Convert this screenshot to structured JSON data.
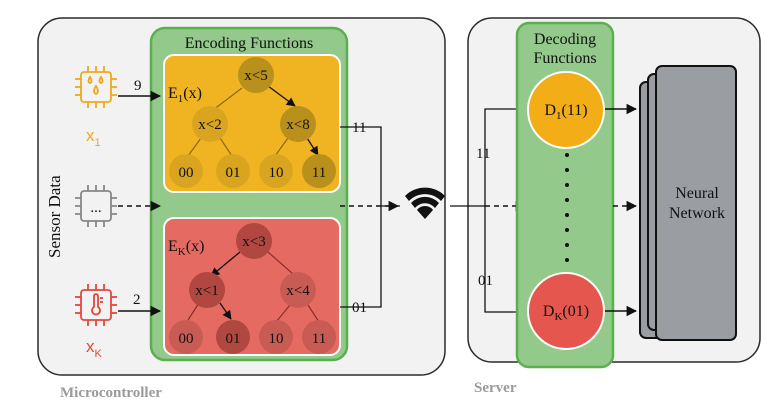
{
  "microcontroller": {
    "label": "Microcontroller",
    "sensor_data_label": "Sensor Data",
    "sensors": [
      {
        "icon": "water-drops-chip-icon",
        "name_base": "x",
        "name_sub": "1",
        "value": "9",
        "color": "#f0a81a"
      },
      {
        "icon": "generic-chip-icon",
        "ellipsis": "...",
        "color": "#888888"
      },
      {
        "icon": "thermometer-chip-icon",
        "name_base": "x",
        "name_sub": "K",
        "value": "2",
        "color": "#e3473f"
      }
    ]
  },
  "encoding": {
    "title": "Encoding Functions",
    "functions": [
      {
        "label_base": "E",
        "label_sub": "1",
        "label_suffix": "(x)",
        "root": "x<5",
        "left": "x<2",
        "right": "x<8",
        "leaves": [
          "00",
          "01",
          "10",
          "11"
        ],
        "output": "11",
        "color": "#f0b422"
      },
      {
        "label_base": "E",
        "label_sub": "K",
        "label_suffix": "(x)",
        "root": "x<3",
        "left": "x<1",
        "right": "x<4",
        "leaves": [
          "00",
          "01",
          "10",
          "11"
        ],
        "output": "01",
        "color": "#e56b62"
      }
    ]
  },
  "server": {
    "label": "Server",
    "decoding_title_line1": "Decoding",
    "decoding_title_line2": "Functions",
    "decoders": [
      {
        "label_base": "D",
        "label_sub": "1",
        "label_suffix": "(11)",
        "input": "11",
        "color": "#f2ad17"
      },
      {
        "label_base": "D",
        "label_sub": "K",
        "label_suffix": "(01)",
        "input": "01",
        "color": "#e5574e"
      }
    ],
    "network_line1": "Neural",
    "network_line2": "Network"
  },
  "colors": {
    "panel_bg": "#f2f2f2",
    "panel_border": "#2b2b2b",
    "green_bg": "#93c98a",
    "green_border": "#5bb04e",
    "nn_fill": "#9a9ea3",
    "node_yellow_dark": "#b8901b",
    "node_yellow_light": "#d9a520",
    "node_red_dark": "#b04740",
    "node_red_light": "#c85c54"
  }
}
